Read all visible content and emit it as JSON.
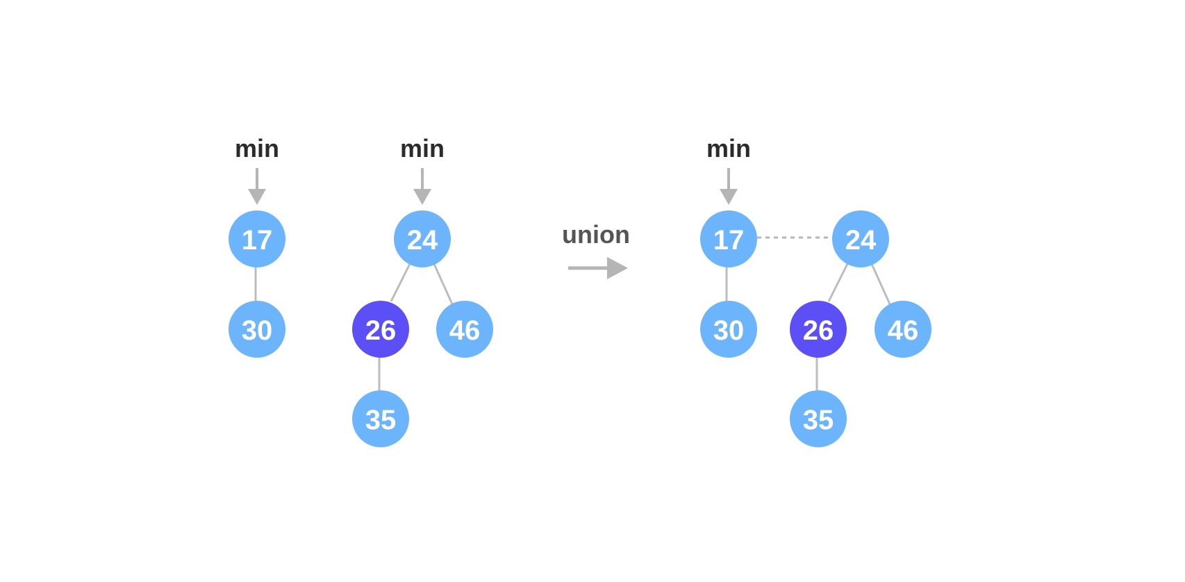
{
  "colors": {
    "node": "#6cb4fb",
    "node_marked": "#5b4ff5",
    "node_text": "#ffffff",
    "edge": "#bdbdbd",
    "arrow": "#b5b5b5",
    "min_text": "#2b2b2b",
    "op_text": "#555555"
  },
  "operation": {
    "label": "union"
  },
  "heaps": {
    "left_a": {
      "min_label": "min",
      "nodes": {
        "root": "17",
        "child": "30"
      }
    },
    "left_b": {
      "min_label": "min",
      "nodes": {
        "root": "24",
        "child_left": "26",
        "child_right": "46",
        "grandchild": "35"
      }
    },
    "result": {
      "min_label": "min",
      "nodes": {
        "root_a": "17",
        "child_a": "30",
        "root_b": "24",
        "child_left": "26",
        "child_right": "46",
        "grandchild": "35"
      }
    }
  }
}
